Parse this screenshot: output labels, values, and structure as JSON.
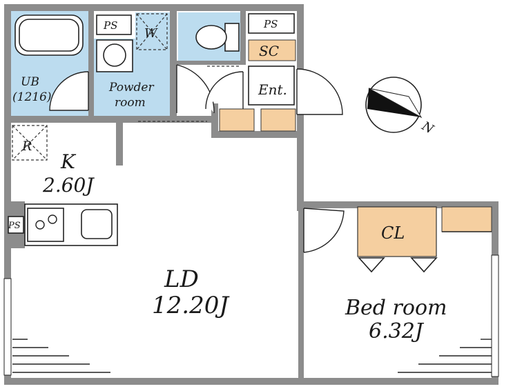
{
  "rooms": {
    "unit_bath": {
      "name": "UB",
      "size": "(1216)"
    },
    "powder_room": {
      "line1": "Powder",
      "line2": "room"
    },
    "kitchen": {
      "name": "K",
      "area": "2.60J"
    },
    "living": {
      "name": "LD",
      "area": "12.20J"
    },
    "bedroom": {
      "name": "Bed room",
      "area": "6.32J"
    },
    "closet": {
      "name": "CL"
    },
    "shoe_cabinet": {
      "name": "SC"
    },
    "entrance": {
      "name": "Ent."
    }
  },
  "markers": {
    "pipe_space": "PS",
    "washer": "W",
    "fridge": "R"
  },
  "compass": {
    "label": "N"
  },
  "colors": {
    "wall": "#8c8c8c",
    "wet_area": "#bcdcef",
    "storage": "#f5cfa0"
  }
}
